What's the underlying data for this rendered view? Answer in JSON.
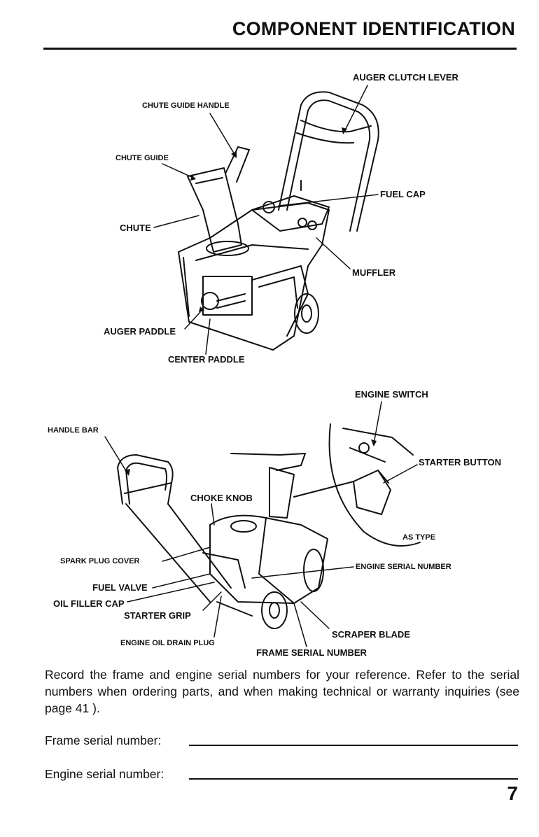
{
  "header": {
    "title": "COMPONENT IDENTIFICATION"
  },
  "figure1": {
    "labels": {
      "auger_clutch_lever": "AUGER CLUTCH LEVER",
      "chute_guide_handle": "CHUTE GUIDE HANDLE",
      "chute_guide": "CHUTE GUIDE",
      "fuel_cap": "FUEL CAP",
      "chute": "CHUTE",
      "muffler": "MUFFLER",
      "auger_paddle": "AUGER PADDLE",
      "center_paddle": "CENTER PADDLE"
    }
  },
  "figure2": {
    "labels": {
      "engine_switch": "ENGINE SWITCH",
      "handle_bar": "HANDLE BAR",
      "starter_button": "STARTER BUTTON",
      "choke_knob": "CHOKE KNOB",
      "as_type": "AS TYPE",
      "spark_plug_cover": "SPARK PLUG COVER",
      "engine_serial_number": "ENGINE SERIAL NUMBER",
      "fuel_valve": "FUEL VALVE",
      "oil_filler_cap": "OIL FILLER CAP",
      "starter_grip": "STARTER GRIP",
      "scraper_blade": "SCRAPER BLADE",
      "engine_oil_drain_plug": "ENGINE OIL DRAIN PLUG",
      "frame_serial_number": "FRAME SERIAL NUMBER"
    }
  },
  "body": {
    "paragraph": "Record the frame and engine serial numbers for your reference. Refer to the serial numbers when ordering parts, and when making technical or warranty inquiries (see page 41 )."
  },
  "fields": {
    "frame_label": "Frame serial number:",
    "engine_label": "Engine serial number:"
  },
  "footer": {
    "page_number": "7"
  }
}
